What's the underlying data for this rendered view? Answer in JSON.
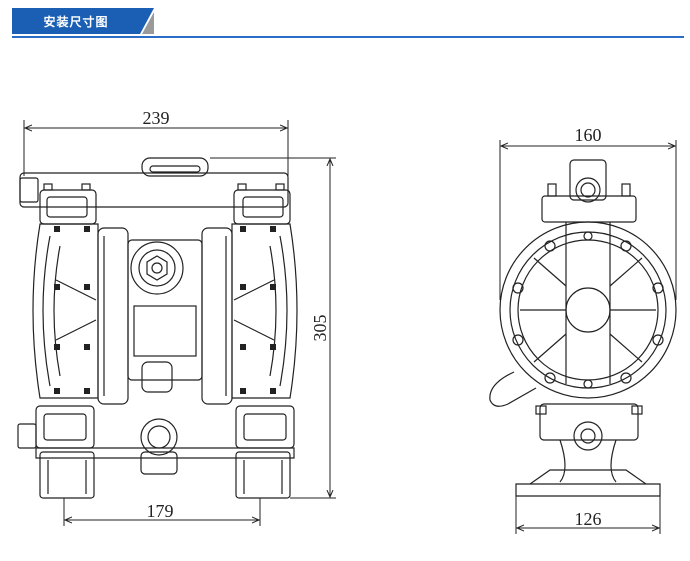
{
  "header": {
    "title": "安装尺寸图"
  },
  "front_view": {
    "width_top": "239",
    "height": "305",
    "width_bottom": "179"
  },
  "side_view": {
    "width_top": "160",
    "width_bottom": "126"
  },
  "colors": {
    "accent": "#1a5fb4",
    "line": "#222222"
  }
}
